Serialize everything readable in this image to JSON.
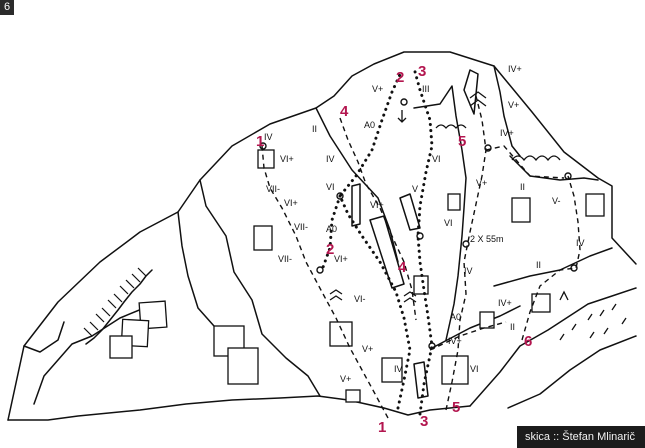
{
  "page_number": "6",
  "credit": "skica :: Štefan Mlinarič",
  "colors": {
    "route_number": "#b3164f",
    "line": "#111111",
    "credit_bg": "#1c1c1c"
  },
  "route_numbers": [
    {
      "id": "r1-top",
      "text": "1"
    },
    {
      "id": "r2-top",
      "text": "2"
    },
    {
      "id": "r3-top",
      "text": "3"
    },
    {
      "id": "r4-top",
      "text": "4"
    },
    {
      "id": "r5-top",
      "text": "5"
    },
    {
      "id": "r2-mid",
      "text": "2"
    },
    {
      "id": "r4-mid",
      "text": "4"
    },
    {
      "id": "r6",
      "text": "6"
    },
    {
      "id": "r1-bottom",
      "text": "1"
    },
    {
      "id": "r3-bottom",
      "text": "3"
    },
    {
      "id": "r5-bottom",
      "text": "5"
    }
  ],
  "grades": [
    "IV+",
    "V+",
    "III",
    "A0",
    "II",
    "IV",
    "VI+",
    "IV",
    "V+",
    "VII-",
    "VI",
    "VI+",
    "VI",
    "V",
    "VI+",
    "A0",
    "V+",
    "IV+",
    "VII-",
    "VI+",
    "VII-",
    "2 X 55m",
    "II",
    "V-",
    "IV",
    "VI",
    "IV",
    "II",
    "IV+",
    "VI-",
    "A0",
    "IV+",
    "II",
    "V+",
    "V+",
    "IV",
    "VI"
  ],
  "route_icons": [
    "anchor-icon",
    "bolt-icon",
    "tree-icon",
    "arrow-icon"
  ]
}
